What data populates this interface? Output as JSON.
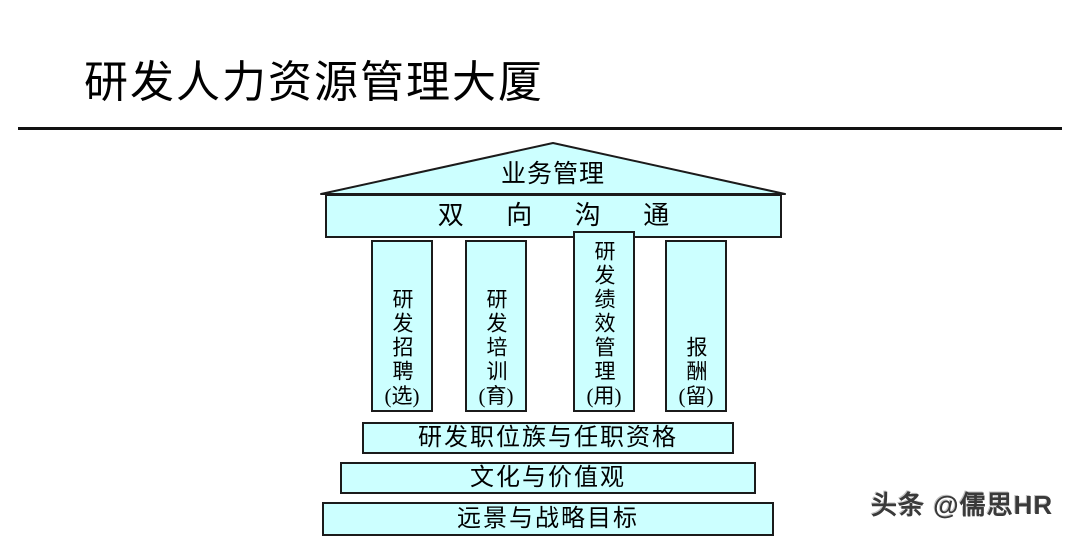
{
  "page": {
    "title": "研发人力资源管理大厦",
    "background_color": "#FFFFFF"
  },
  "diagram": {
    "type": "temple-pillar-framework",
    "shape_fill_color": "#CCFFFF",
    "shape_border_color": "#1B1B1B",
    "roof": {
      "label": "业务管理"
    },
    "beam": {
      "label": "双 向 沟 通"
    },
    "pillars": [
      {
        "vertical_label": "研发招聘",
        "tag": "(选)"
      },
      {
        "vertical_label": "研发培训",
        "tag": "(育)"
      },
      {
        "vertical_label": "研发绩效管理",
        "tag": "(用)"
      },
      {
        "vertical_label": "报酬",
        "tag": "(留)"
      }
    ],
    "foundation": [
      {
        "label": "研发职位族与任职资格"
      },
      {
        "label": "文化与价值观"
      },
      {
        "label": "远景与战略目标"
      }
    ]
  },
  "watermark": {
    "text": "头条 @儒思HR"
  }
}
